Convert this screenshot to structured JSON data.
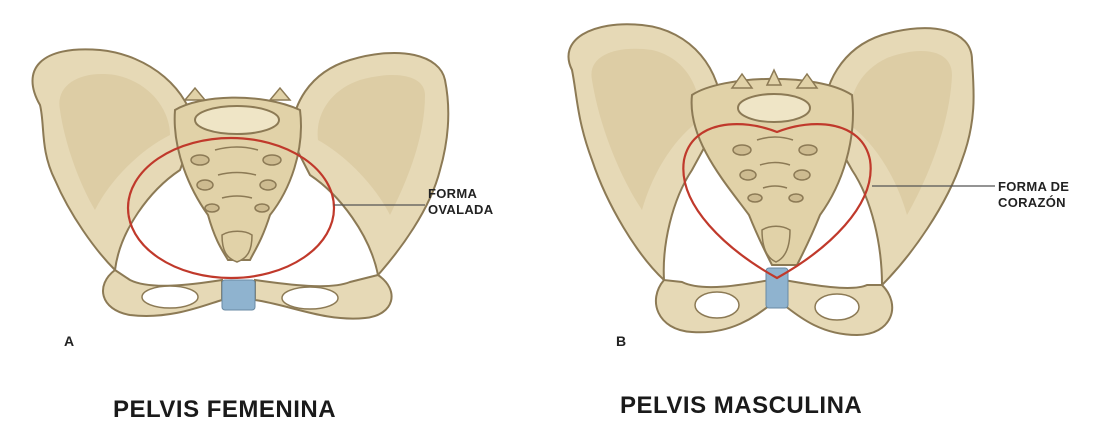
{
  "panels": [
    {
      "letter": "A",
      "callout_lines": [
        "FORMA",
        "OVALADA"
      ],
      "caption": "PELVIS FEMENINA"
    },
    {
      "letter": "B",
      "callout_lines": [
        "FORMA DE",
        "CORAZÓN"
      ],
      "caption": "PELVIS MASCULINA"
    }
  ],
  "colors": {
    "bone": "#e6d9b6",
    "bone_shadow": "#c9b88f",
    "outline": "#8c7a55",
    "inlet_line": "#c0392b",
    "symphysis": "#8fb3cf",
    "leader": "#555555"
  }
}
